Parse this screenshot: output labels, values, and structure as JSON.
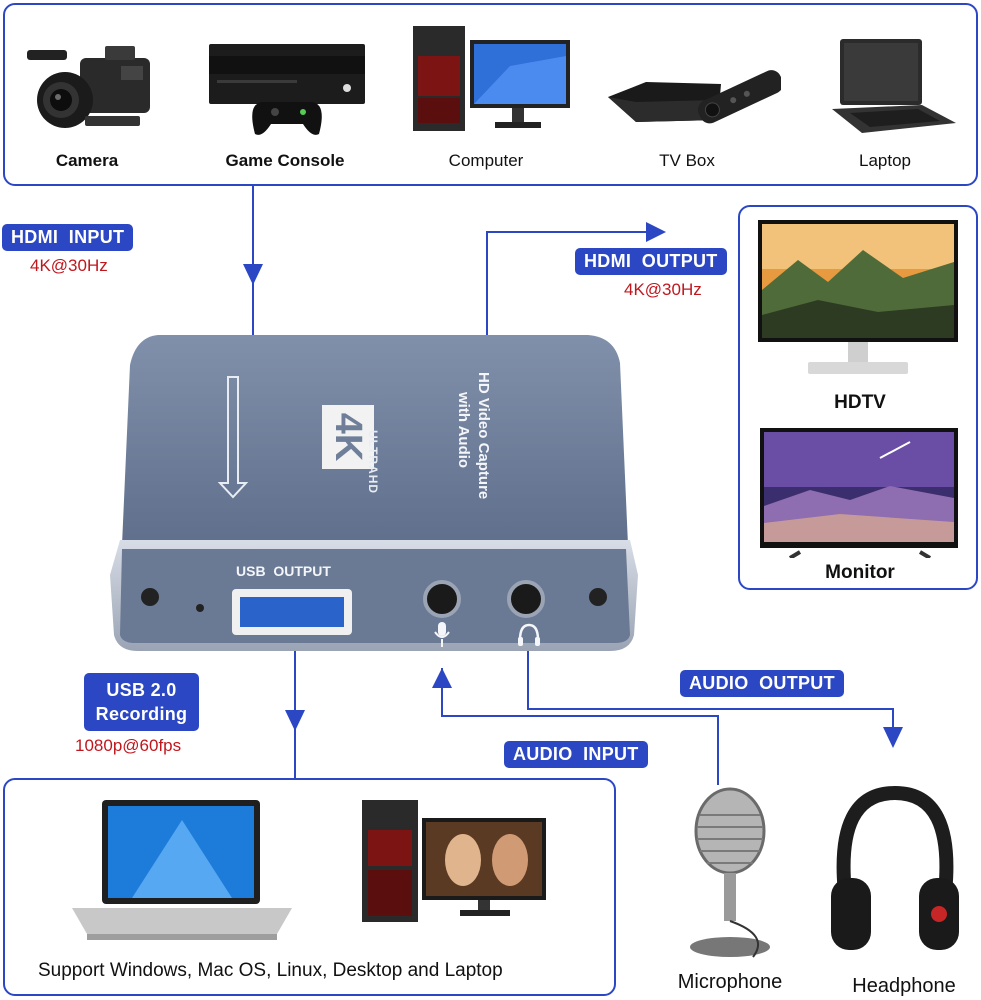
{
  "sources": [
    {
      "name": "camera-icon",
      "label": "Camera"
    },
    {
      "name": "game-console-icon",
      "label": "Game Console"
    },
    {
      "name": "computer-icon",
      "label": "Computer"
    },
    {
      "name": "tv-box-icon",
      "label": "TV Box"
    },
    {
      "name": "laptop-icon",
      "label": "Laptop"
    }
  ],
  "hdmi_input": {
    "label": "HDMI  INPUT",
    "spec": "4K@30Hz"
  },
  "hdmi_output": {
    "label": "HDMI  OUTPUT",
    "spec": "4K@30Hz"
  },
  "outputs": {
    "hdtv": "HDTV",
    "monitor": "Monitor"
  },
  "device": {
    "logo": "4K",
    "logo_sub": "ULTRAHD",
    "title_line1": "HD Video Capture",
    "title_line2": "with Audio",
    "usb_port_label": "USB  OUTPUT"
  },
  "usb_recording": {
    "line1": "USB 2.0",
    "line2": "Recording",
    "spec": "1080p@60fps"
  },
  "audio_output": {
    "label": "AUDIO  OUTPUT"
  },
  "audio_input": {
    "label": "AUDIO  INPUT"
  },
  "support_caption": "Support Windows, Mac OS, Linux, Desktop and Laptop",
  "microphone": "Microphone",
  "headphone": "Headphone",
  "colors": {
    "accent": "#2b47c4",
    "spec_red": "#c0171e",
    "device_body": "#6f7f99"
  }
}
